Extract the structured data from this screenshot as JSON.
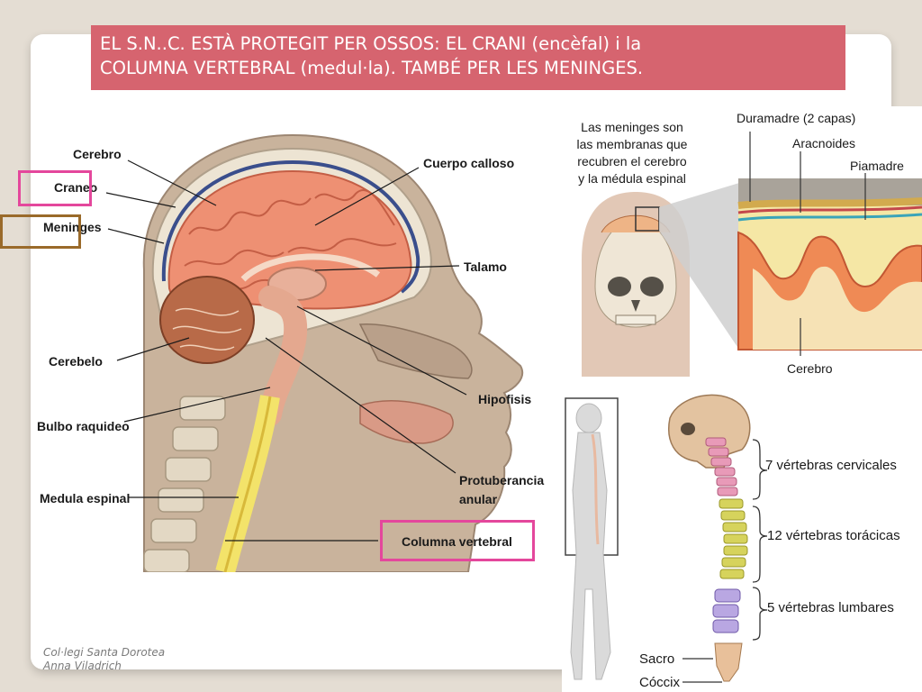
{
  "slide": {
    "title_line1": "EL S.N..C. ESTÀ PROTEGIT PER OSSOS: EL CRANI (encèfal) i la",
    "title_line2": "COLUMNA VERTEBRAL (medul·la). TAMBÉ PER LES MENINGES.",
    "footer_line1": "Col·legi Santa Dorotea",
    "footer_line2": "Anna Viladrich"
  },
  "head_diagram": {
    "labels": {
      "cerebro": "Cerebro",
      "craneo": "Craneo",
      "meninges": "Meninges",
      "cuerpo_calloso": "Cuerpo calloso",
      "talamo": "Talamo",
      "cerebelo": "Cerebelo",
      "hipofisis": "Hipofisis",
      "bulbo": "Bulbo raquideo",
      "medula": "Medula espinal",
      "protuberancia_1": "Protuberancia",
      "protuberancia_2": "anular",
      "columna": "Columna vertebral"
    },
    "highlight_colors": {
      "pink": "#e4479c",
      "brown": "#9a6a2a"
    }
  },
  "meninges_diagram": {
    "caption_lines": [
      "Las meninges son",
      "las membranas que",
      "recubren el cerebro",
      "y la médula espinal"
    ],
    "labels": {
      "duramadre": "Duramadre (2 capas)",
      "aracnoides": "Aracnoides",
      "piamadre": "Piamadre",
      "cerebro": "Cerebro"
    }
  },
  "spine_diagram": {
    "labels": {
      "cervicales": "7 vértebras cervicales",
      "toracicas": "12 vértebras torácicas",
      "lumbares": "5 vértebras lumbares",
      "sacro": "Sacro",
      "coccix": "Cóccix"
    }
  }
}
